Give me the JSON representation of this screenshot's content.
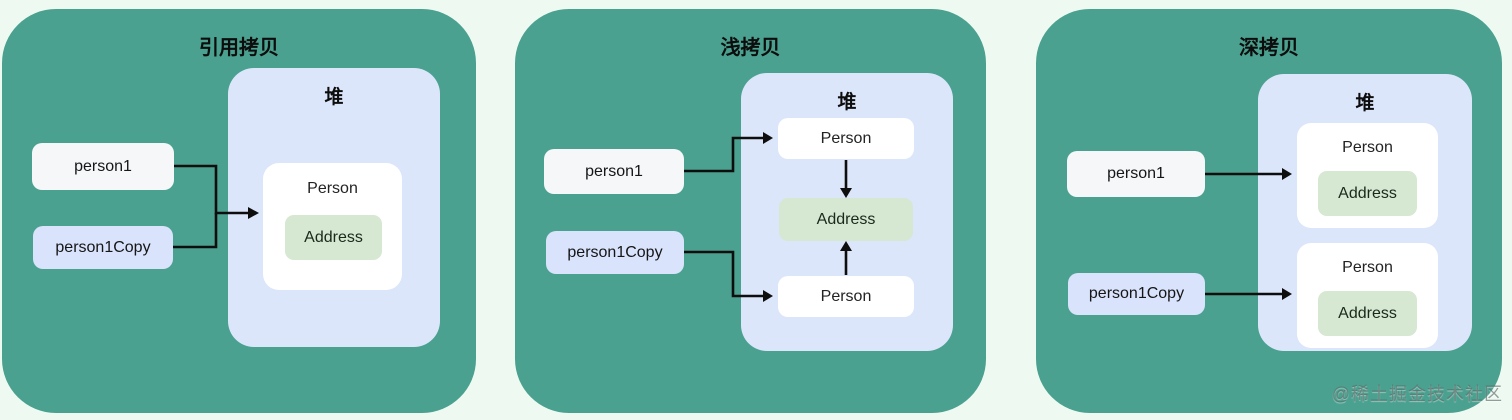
{
  "watermark": "@稀土掘金技术社区",
  "colors": {
    "page_bg": "#eefaf1",
    "panel_bg": "#4aa18f",
    "heap_bg": "#dce6fb",
    "stack_var_bg": "#f5f7f9",
    "stack_var_copy_bg": "#d9e3fb",
    "heap_object_bg": "#ffffff",
    "address_bg": "#d6e7d2",
    "arrow": "#0e0e0e",
    "text": "#141414"
  },
  "panels": [
    {
      "title": "引用拷贝",
      "heap_label": "堆",
      "vars": [
        {
          "label": "person1"
        },
        {
          "label": "person1Copy"
        }
      ],
      "objects": [
        {
          "label": "Person",
          "address_label": "Address"
        }
      ]
    },
    {
      "title": "浅拷贝",
      "heap_label": "堆",
      "vars": [
        {
          "label": "person1"
        },
        {
          "label": "person1Copy"
        }
      ],
      "objects": [
        {
          "label": "Person"
        },
        {
          "label": "Address"
        },
        {
          "label": "Person"
        }
      ]
    },
    {
      "title": "深拷贝",
      "heap_label": "堆",
      "vars": [
        {
          "label": "person1"
        },
        {
          "label": "person1Copy"
        }
      ],
      "objects": [
        {
          "label": "Person",
          "address_label": "Address"
        },
        {
          "label": "Person",
          "address_label": "Address"
        }
      ]
    }
  ]
}
